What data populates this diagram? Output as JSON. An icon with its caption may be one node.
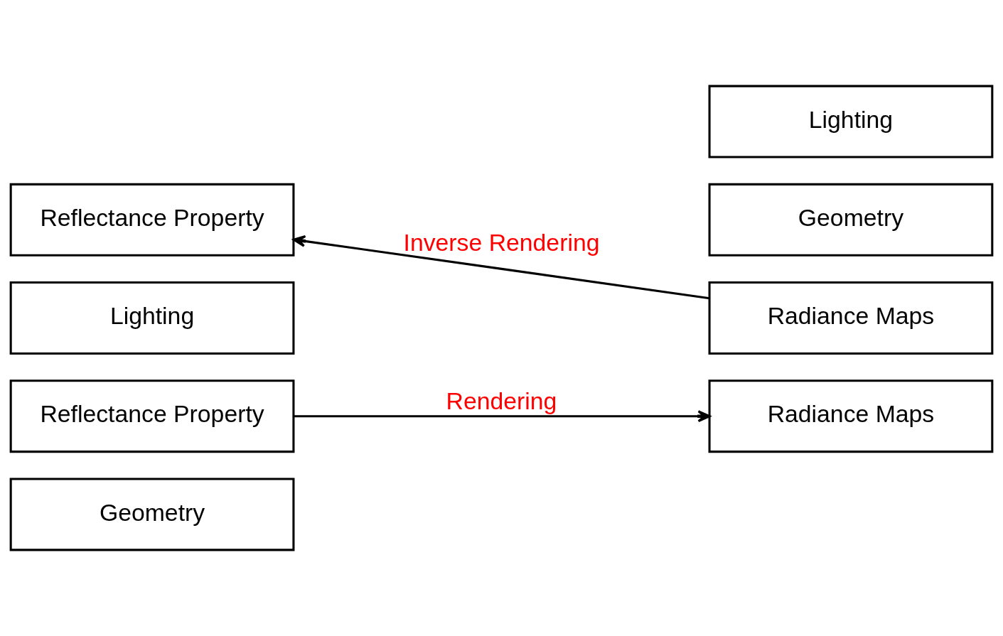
{
  "diagram": {
    "nodes": [
      {
        "text": [
          "Geometry"
        ]
      },
      {
        "text": [
          "Reflectance Property"
        ]
      },
      {
        "text": [
          "Lighting"
        ]
      },
      {
        "text": [
          "Radiance Maps"
        ]
      },
      {
        "text": [
          "Geometry"
        ]
      },
      {
        "text": [
          "Reflectance Property"
        ]
      },
      {
        "text": [
          "Radiance Maps"
        ]
      },
      {
        "text": [
          "Lighting"
        ]
      }
    ],
    "edges": [
      {
        "from": 1,
        "to": 3,
        "arrow": "to",
        "label": "Rendering"
      },
      {
        "from": 6,
        "to": 5,
        "arrow": "to",
        "label": "Inverse Rendering"
      }
    ]
  }
}
